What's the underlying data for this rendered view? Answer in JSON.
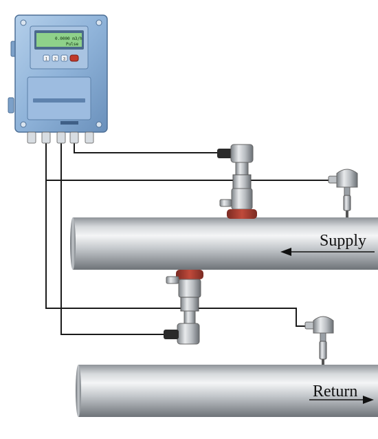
{
  "meter": {
    "display": {
      "line1": "0.0000 m3/h",
      "line2": "Pulse"
    },
    "buttons": [
      "1",
      "2",
      "3",
      ""
    ]
  },
  "pipes": {
    "supply": {
      "label": "Supply",
      "flow_direction": "left"
    },
    "return": {
      "label": "Return",
      "flow_direction": "right"
    }
  },
  "colors": {
    "housing": "#8fb3d9",
    "lcd": "#8fd18a",
    "pipe": "#c9cdd1",
    "cable": "#1a1a1a",
    "gasket": "#a33a2e"
  }
}
